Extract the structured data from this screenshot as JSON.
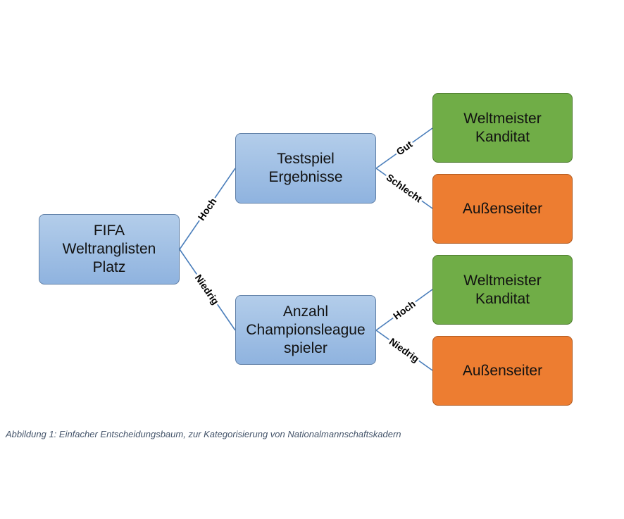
{
  "nodes": {
    "root": "FIFA\nWeltranglisten\nPlatz",
    "test": "Testspiel\nErgebnisse",
    "anzahl": "Anzahl\nChampionsleague\nspieler",
    "leaf1": "Weltmeister\nKanditat",
    "leaf2": "Außenseiter",
    "leaf3": "Weltmeister\nKanditat",
    "leaf4": "Außenseiter"
  },
  "edges": {
    "root_high": "Hoch",
    "root_low": "Niedrig",
    "test_good": "Gut",
    "test_bad": "Schlecht",
    "anzahl_high": "Hoch",
    "anzahl_low": "Niedrig"
  },
  "caption": "Abbildung 1: Einfacher Entscheidungsbaum, zur Kategorisierung von Nationalmannschaftskadern",
  "colors": {
    "decision": "#9dbde4",
    "good": "#70ad47",
    "bad": "#ed7d31",
    "line": "#4a7ebb"
  }
}
